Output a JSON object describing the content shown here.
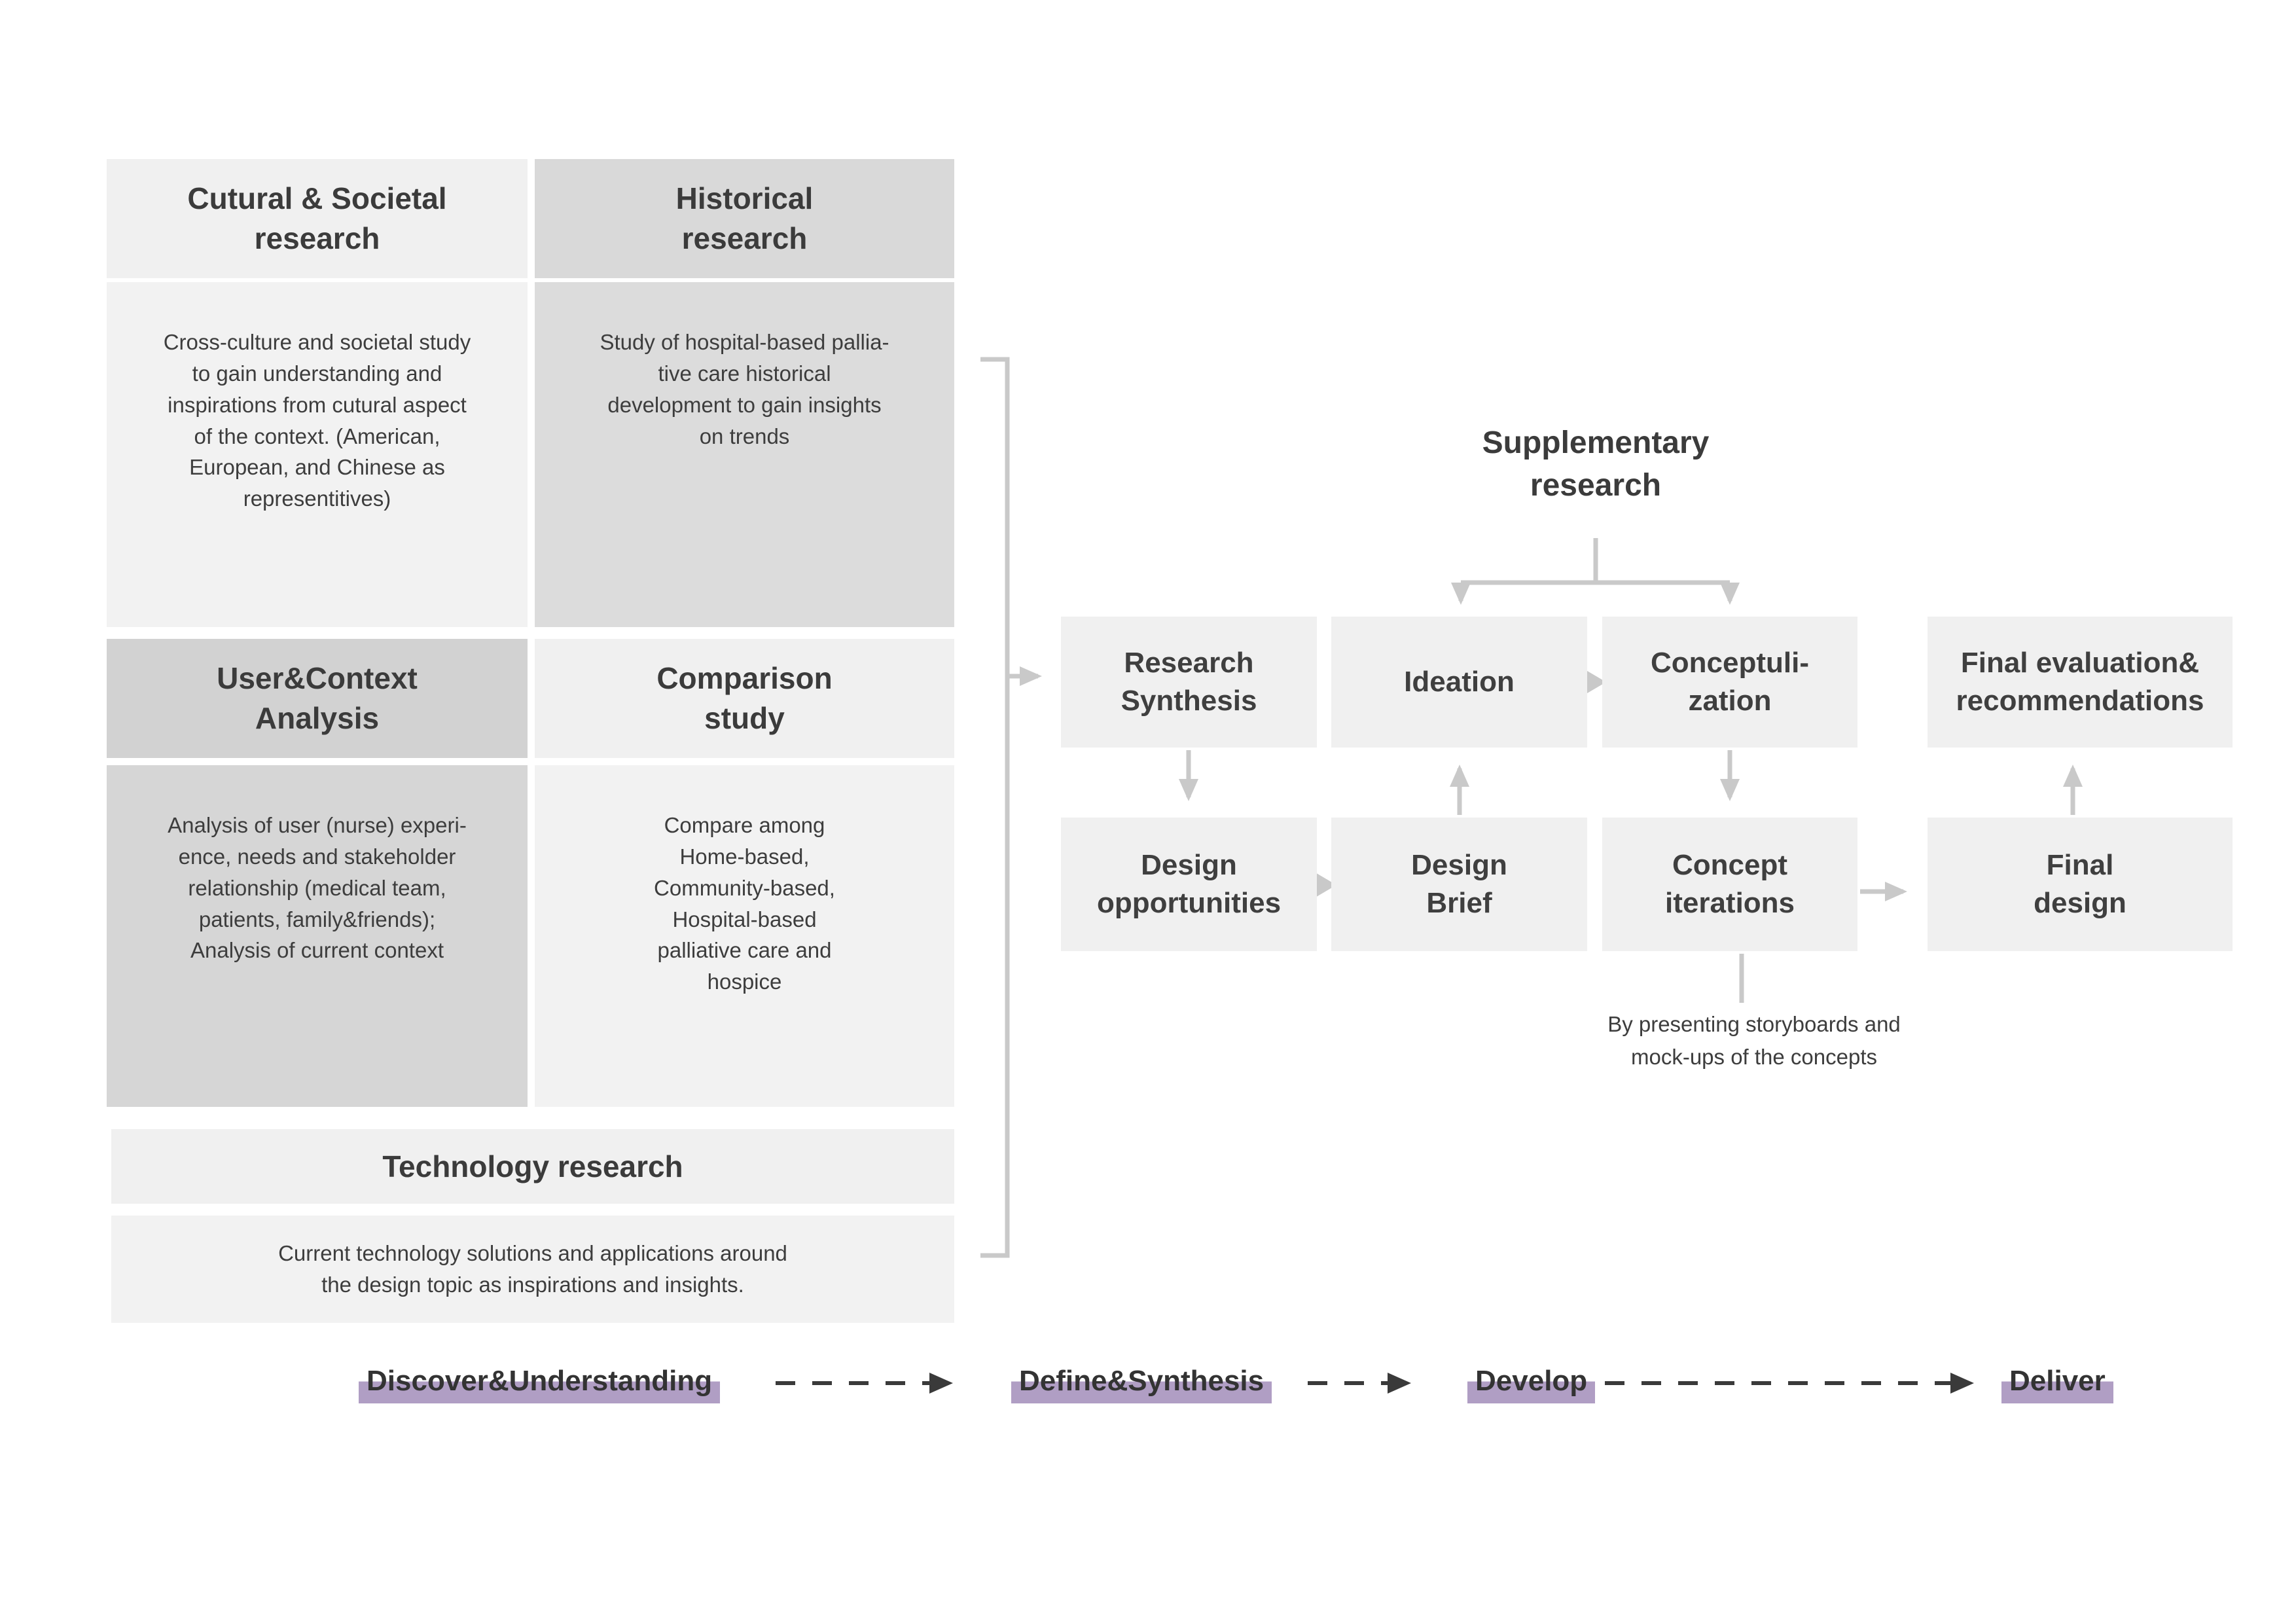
{
  "colors": {
    "box-light": "#f0f0f0",
    "box-light2": "#f2f2f2",
    "box-dark": "#d9d9d9",
    "box-dark2": "#d6d6d6",
    "connector": "#c9c9c9",
    "timeline": "#3a3a3a",
    "purple": "#b09ec4",
    "text": "#3d3d3d"
  },
  "research_panels": {
    "cultural": {
      "title": "Cutural & Societal\nresearch",
      "body": "Cross-culture and societal study\nto gain understanding and\ninspirations from cutural aspect\nof the context. (American,\nEuropean, and Chinese as\nrepresentitives)"
    },
    "historical": {
      "title": "Historical\nresearch",
      "body": "Study of hospital-based pallia-\ntive care historical\ndevelopment to gain insights\non trends"
    },
    "user_context": {
      "title": "User&Context\nAnalysis",
      "body": "Analysis of user (nurse) experi-\nence, needs and stakeholder\nrelationship (medical team,\npatients, family&friends);\nAnalysis of current context"
    },
    "comparison": {
      "title": "Comparison\nstudy",
      "body": "Compare among\nHome-based,\nCommunity-based,\nHospital-based\npalliative care and\nhospice"
    },
    "technology": {
      "title": "Technology research",
      "body": "Current technology solutions and applications around\nthe design topic as inspirations and insights."
    }
  },
  "flow": {
    "supplementary": "Supplementary\nresearch",
    "research_synthesis": "Research\nSynthesis",
    "ideation": "Ideation",
    "conceptualization": "Conceptuli-\nzation",
    "final_evaluation": "Final evaluation&\nrecommendations",
    "design_opportunities": "Design\nopportunities",
    "design_brief": "Design\nBrief",
    "concept_iterations": "Concept\niterations",
    "final_design": "Final\ndesign",
    "iterations_note": "By presenting storyboards and\nmock-ups of the concepts"
  },
  "timeline": {
    "stages": [
      "Discover&Understanding",
      "Define&Synthesis",
      "Develop",
      "Deliver"
    ]
  }
}
